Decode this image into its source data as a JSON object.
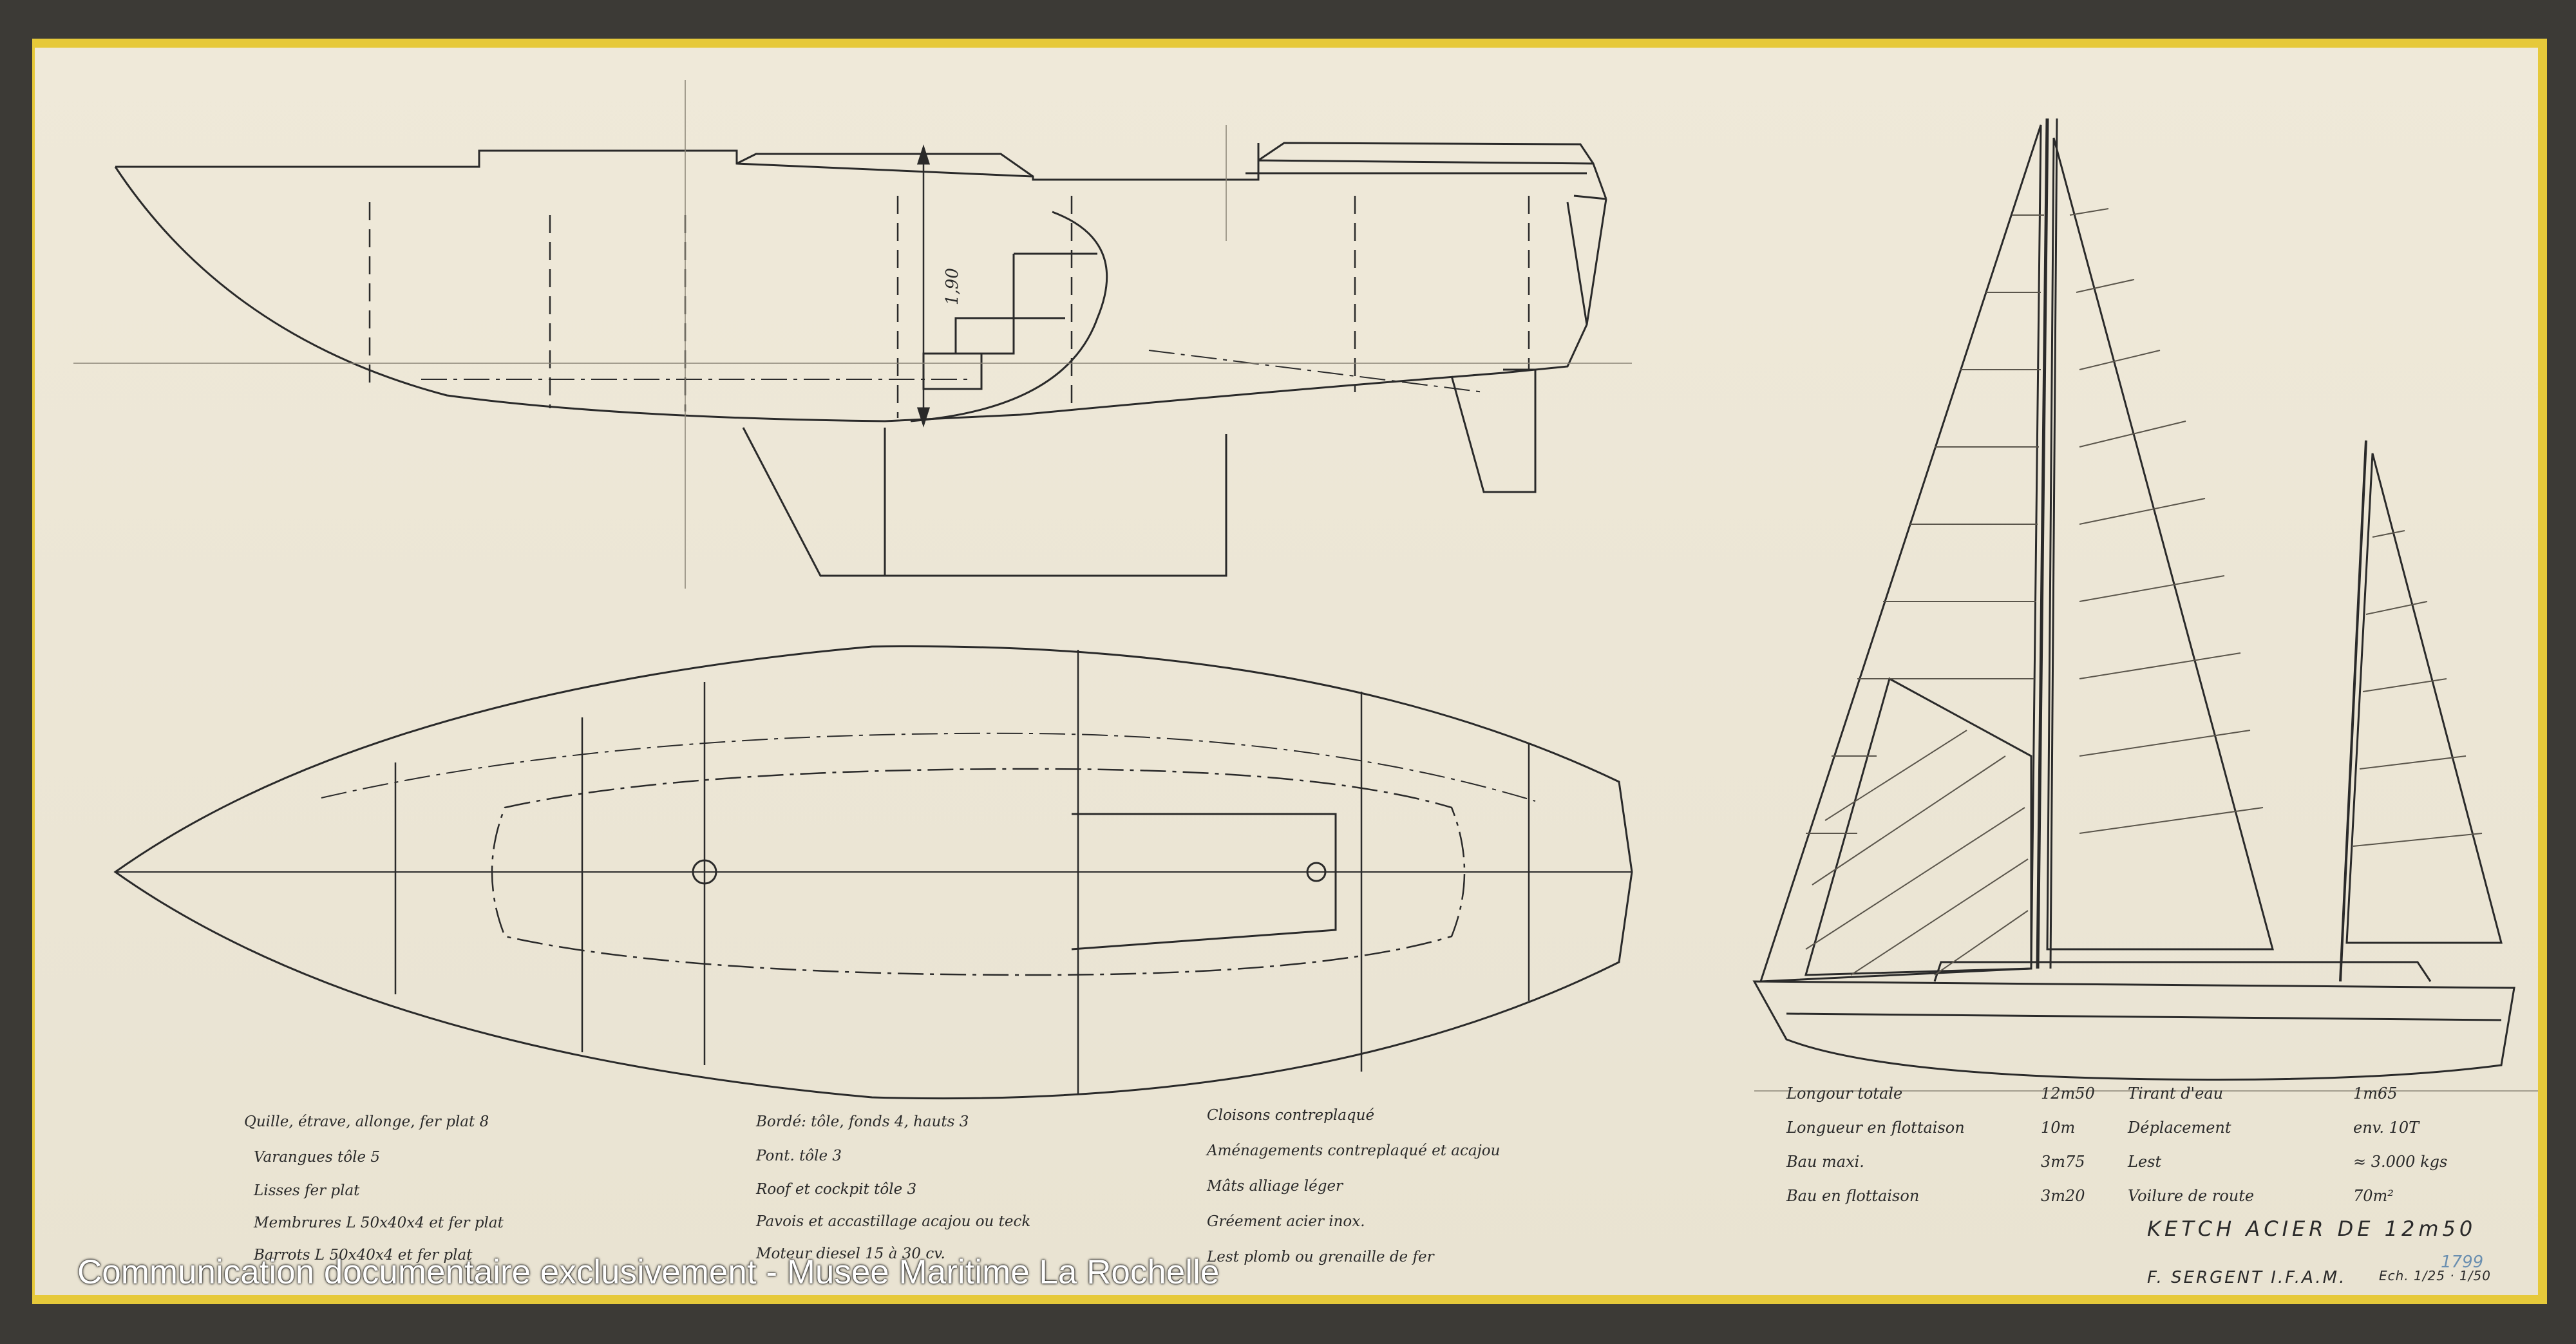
{
  "drawing": {
    "dimension_label": "1,90",
    "construction_notes": {
      "col1": [
        "Quille, étrave, allonge, fer plat 8",
        "Varangues tôle 5",
        "Lisses fer plat",
        "Membrures L 50x40x4 et fer plat",
        "Barrots L 50x40x4 et fer plat"
      ],
      "col2": [
        "Bordé: tôle, fonds 4, hauts 3",
        "Pont. tôle 3",
        "Roof et cockpit tôle 3",
        "Pavois et accastillage acajou ou teck",
        "Moteur diesel 15 à 30 cv."
      ],
      "col3": [
        "Cloisons contreplaqué",
        "Aménagements contreplaqué et acajou",
        "Mâts alliage léger",
        "Gréement acier inox.",
        "Lest plomb ou grenaille de fer"
      ]
    },
    "specs_left": [
      {
        "label": "Longour totale",
        "value": "12m50"
      },
      {
        "label": "Longueur en flottaison",
        "value": "10m"
      },
      {
        "label": "Bau maxi.",
        "value": "3m75"
      },
      {
        "label": "Bau en flottaison",
        "value": "3m20"
      }
    ],
    "specs_right": [
      {
        "label": "Tirant d'eau",
        "value": "1m65"
      },
      {
        "label": "Déplacement",
        "value": "env. 10T"
      },
      {
        "label": "Lest",
        "value": "≈ 3.000 kgs"
      },
      {
        "label": "Voilure de route",
        "value": "70m²"
      }
    ],
    "title": "KETCH ACIER DE 12m50",
    "author": "F. SERGENT I.F.A.M.",
    "scale": "Ech. 1/25 · 1/50",
    "sheet_number": "1799"
  },
  "watermark": "Communication documentaire exclusivement - Musee Maritime La Rochelle",
  "colors": {
    "paper": "#ece6d5",
    "border": "#e6c93a",
    "ink": "#2a2a2a"
  }
}
